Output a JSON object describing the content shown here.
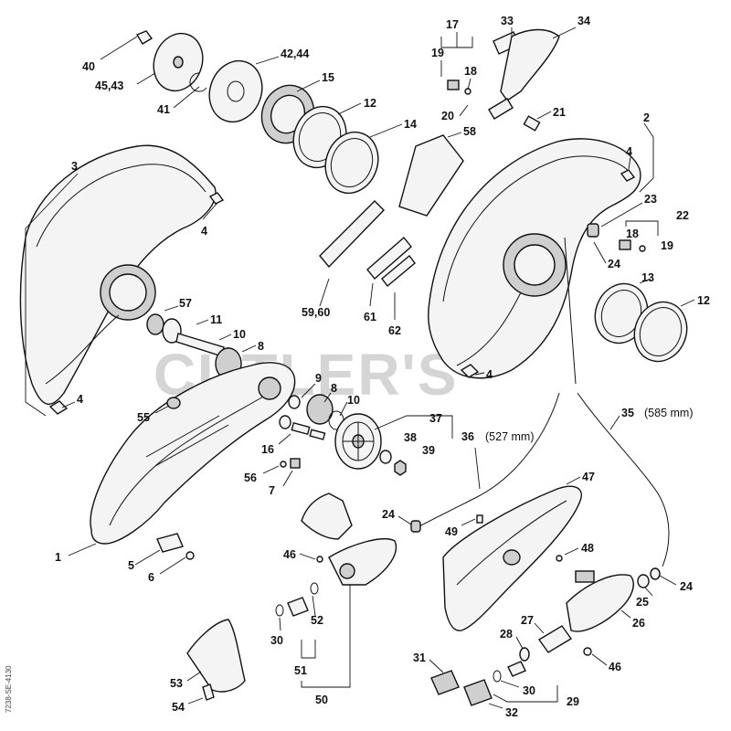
{
  "watermark": "CUTLER'S",
  "drawing_code": "7238-SE-4130",
  "labels": {
    "p1": "1",
    "p2": "2",
    "p3": "3",
    "p4a": "4",
    "p4b": "4",
    "p4c": "4",
    "p4d": "4",
    "p5": "5",
    "p6": "6",
    "p7": "7",
    "p8a": "8",
    "p8b": "8",
    "p9": "9",
    "p10a": "10",
    "p10b": "10",
    "p11": "11",
    "p12a": "12",
    "p12b": "12",
    "p13": "13",
    "p14": "14",
    "p15": "15",
    "p16": "16",
    "p17": "17",
    "p18a": "18",
    "p18b": "18",
    "p19a": "19",
    "p19b": "19",
    "p20": "20",
    "p21": "21",
    "p22": "22",
    "p23": "23",
    "p24a": "24",
    "p24b": "24",
    "p24c": "24",
    "p25": "25",
    "p26": "26",
    "p27": "27",
    "p28": "28",
    "p29": "29",
    "p30a": "30",
    "p30b": "30",
    "p31": "31",
    "p32": "32",
    "p33": "33",
    "p34": "34",
    "p35": "35",
    "p36": "36",
    "p37": "37",
    "p38": "38",
    "p39": "39",
    "p40": "40",
    "p41": "41",
    "p42": "42,44",
    "p45": "45,43",
    "p46a": "46",
    "p46b": "46",
    "p47": "47",
    "p48": "48",
    "p49": "49",
    "p50": "50",
    "p51": "51",
    "p52": "52",
    "p53": "53",
    "p54": "54",
    "p55": "55",
    "p56": "56",
    "p57": "57",
    "p58": "58",
    "p59": "59,60",
    "p61": "61",
    "p62": "62"
  },
  "hose_lengths": {
    "h36": "(527 mm)",
    "h35": "(585 mm)"
  }
}
